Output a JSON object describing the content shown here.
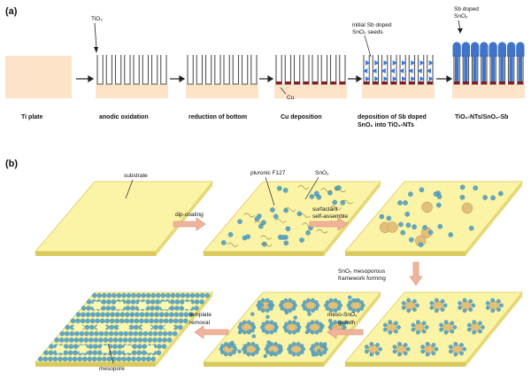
{
  "panels": {
    "a": "(a)",
    "b": "(b)"
  },
  "row_a": {
    "captions": [
      "Ti plate",
      "anodic oxidation",
      "reduction of bottom",
      "Cu deposition",
      "deposition of Sb doped",
      "SnO₂ into TiO₂-NTs",
      "TiO₂-NTs/SnO₂-Sb"
    ],
    "labels": {
      "tio2": "TiO₂",
      "cu": "Cu",
      "seeds_1": "initial Sb doped",
      "seeds_2": "SnO₂ seeds",
      "sb_1": "Sb doped",
      "sb_2": "SnO₂"
    }
  },
  "row_b": {
    "labels": {
      "substrate": "substrate",
      "pluronic": "pluronic F127",
      "sno2": "SnO₂",
      "dip": "dip-coating",
      "surf_1": "surfactant",
      "surf_2": "self-assemble",
      "frame_1": "SnO₂ mesoporous",
      "frame_2": "framework forming",
      "meso_1": "meso-SnO₂",
      "meso_2": "growth",
      "tmpl_1": "template",
      "tmpl_2": "removal",
      "mesopore": "mesopore"
    }
  },
  "colors": {
    "plate": "#fde3c8",
    "substrate": "#fbf3a6",
    "substrate_edge": "#d9c95c",
    "tube": "#555555",
    "cu": "#8b1a1a",
    "seed": "#3a78d6",
    "sno2_top": "#3f74c9",
    "particle": "#5fa8c4",
    "micelle": "#e3c07a",
    "arrow": "#e7a58a"
  }
}
